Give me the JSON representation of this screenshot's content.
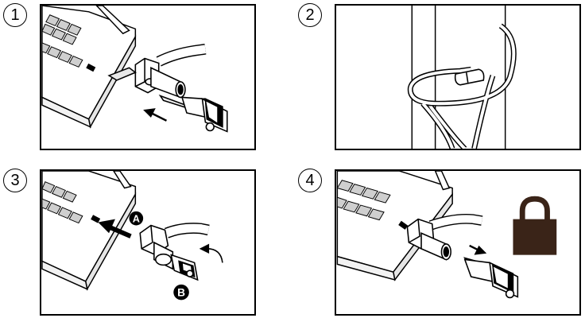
{
  "steps": [
    {
      "number": "1"
    },
    {
      "number": "2"
    },
    {
      "number": "3",
      "callouts": {
        "a": "A",
        "b": "B"
      }
    },
    {
      "number": "4"
    }
  ],
  "colors": {
    "line": "#000000",
    "lock_fill": "#3a2418",
    "laptop_gray": "#d9d9d9"
  },
  "icons": [
    "laptop-icon",
    "cable-lock-icon",
    "key-icon",
    "padlock-icon",
    "arrow-icon"
  ]
}
